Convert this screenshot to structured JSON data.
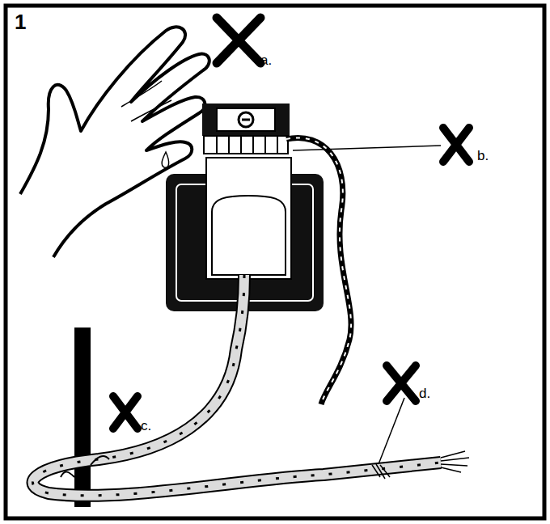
{
  "diagram": {
    "labels": [
      "1",
      "a.",
      "b.",
      "c.",
      "d."
    ]
  }
}
